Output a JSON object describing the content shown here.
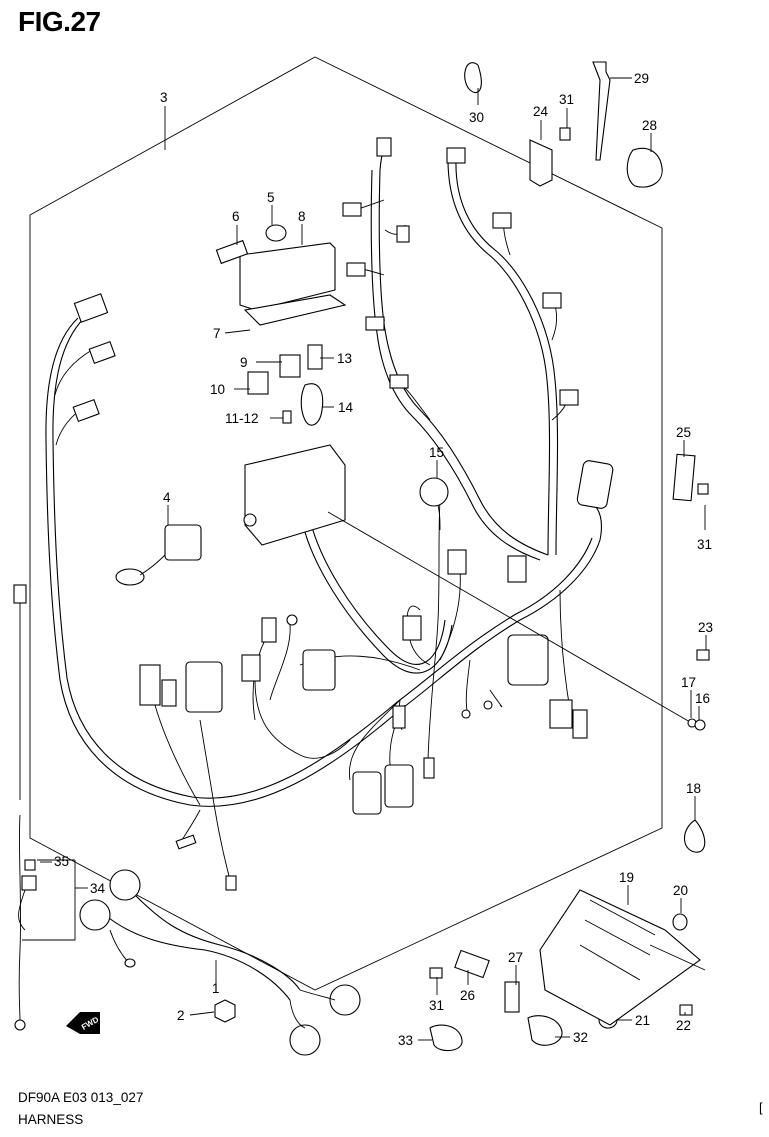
{
  "figure": {
    "title": "FIG.27",
    "footer_model": "DF90A E03 013_027",
    "footer_name": "HARNESS",
    "corner_mark": "["
  },
  "callouts": [
    {
      "id": "c3",
      "text": "3"
    },
    {
      "id": "c6",
      "text": "6"
    },
    {
      "id": "c5",
      "text": "5"
    },
    {
      "id": "c8",
      "text": "8"
    },
    {
      "id": "c7",
      "text": "7"
    },
    {
      "id": "c9",
      "text": "9"
    },
    {
      "id": "c13",
      "text": "13"
    },
    {
      "id": "c10",
      "text": "10"
    },
    {
      "id": "c14",
      "text": "14"
    },
    {
      "id": "c11-12",
      "text": "11-12"
    },
    {
      "id": "c4",
      "text": "4"
    },
    {
      "id": "c15",
      "text": "15"
    },
    {
      "id": "c30",
      "text": "30"
    },
    {
      "id": "c29",
      "text": "29"
    },
    {
      "id": "c24",
      "text": "24"
    },
    {
      "id": "c31a",
      "text": "31"
    },
    {
      "id": "c28",
      "text": "28"
    },
    {
      "id": "c25",
      "text": "25"
    },
    {
      "id": "c31b",
      "text": "31"
    },
    {
      "id": "c23",
      "text": "23"
    },
    {
      "id": "c17",
      "text": "17"
    },
    {
      "id": "c16",
      "text": "16"
    },
    {
      "id": "c18",
      "text": "18"
    },
    {
      "id": "c19",
      "text": "19"
    },
    {
      "id": "c20",
      "text": "20"
    },
    {
      "id": "c27",
      "text": "27"
    },
    {
      "id": "c26",
      "text": "26"
    },
    {
      "id": "c31c",
      "text": "31"
    },
    {
      "id": "c22",
      "text": "22"
    },
    {
      "id": "c21",
      "text": "21"
    },
    {
      "id": "c32",
      "text": "32"
    },
    {
      "id": "c33",
      "text": "33"
    },
    {
      "id": "c35",
      "text": "35"
    },
    {
      "id": "c34",
      "text": "34"
    },
    {
      "id": "c1",
      "text": "1"
    },
    {
      "id": "c2",
      "text": "2"
    }
  ],
  "fwd_badge": "FWD"
}
